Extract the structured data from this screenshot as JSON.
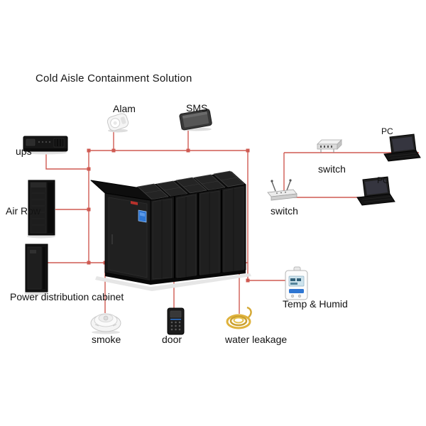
{
  "title": "Cold Aisle Containment Solution",
  "labels": {
    "alarm": "Alam",
    "sms": "SMS",
    "ups": "ups",
    "air_row": "Air Row",
    "power_cabinet": "Power distribution cabinet",
    "switch_top": "switch",
    "switch_mid": "switch",
    "pc_top": "PC",
    "pc_bottom": "PC",
    "temp_humid": "Temp & Humid",
    "smoke": "smoke",
    "door": "door",
    "water_leakage": "water leakage"
  },
  "colors": {
    "connector": "#cf5a52",
    "screen_blue": "#2f76d2",
    "cable_yellow": "#dfb23c",
    "logo_red": "#b8312b"
  },
  "icons": {
    "alarm": "siren-alarm-icon",
    "sms": "mobile-phone-icon",
    "ups": "ups-rack-unit-icon",
    "air_row": "air-row-cooling-cabinet-icon",
    "power_cabinet": "power-distribution-cabinet-icon",
    "containment": "cold-aisle-rack-cluster-icon",
    "switch_top": "network-switch-icon",
    "switch_mid": "wireless-router-icon",
    "pc": "laptop-icon",
    "temp_humid": "temp-humidity-sensor-icon",
    "smoke": "smoke-detector-icon",
    "door": "door-access-keypad-icon",
    "water_leakage": "water-leakage-cable-icon"
  }
}
